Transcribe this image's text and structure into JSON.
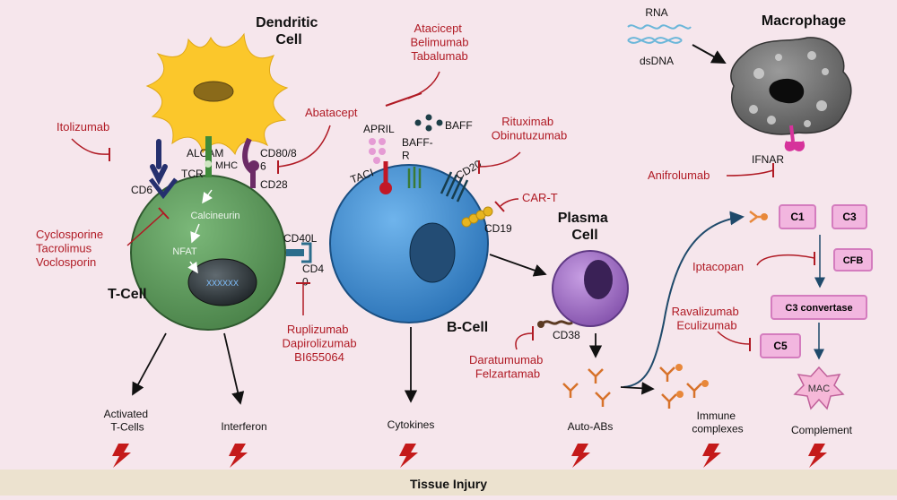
{
  "cells": {
    "dendritic": "Dendritic\nCell",
    "tcell": "T-Cell",
    "bcell": "B-Cell",
    "plasma": "Plasma\nCell",
    "macrophage": "Macrophage"
  },
  "molecules": {
    "alcam": "ALCAM",
    "cd6": "CD6",
    "tcr": "TCR",
    "mhc": "MHC",
    "cd80": "CD80/8\n6",
    "cd28": "CD28",
    "calcineurin": "Calcineurin",
    "nfat": "NFAT",
    "cd40l": "CD40L",
    "cd40": "CD4\n0",
    "april": "APRIL",
    "baff": "BAFF",
    "baffr": "BAFF-\nR",
    "taci": "TACI",
    "cd20": "CD20",
    "cd19": "CD19",
    "cd38": "CD38",
    "rna": "RNA",
    "dsdna": "dsDNA",
    "ifnar": "IFNAR"
  },
  "drugs": {
    "itolizumab": "Itolizumab",
    "abatacept": "Abatacept",
    "calcineurin_inhibitors": "Cyclosporine\nTacrolimus\nVoclosporin",
    "baff_inhibitors": "Atacicept\nBelimumab\nTabalumab",
    "anti_cd20": "Rituximab\nObinutuzumab",
    "cart": "CAR-T",
    "anti_cd40": "Ruplizumab\nDapirolizumab\nBI655064",
    "anti_cd38": "Daratumumab\nFelzartamab",
    "anifrolumab": "Anifrolumab",
    "iptacopan": "Iptacopan",
    "anti_c5": "Ravalizumab\nEculizumab"
  },
  "complement": {
    "c1": "C1",
    "c3": "C3",
    "cfb": "CFB",
    "convertase": "C3 convertase",
    "c5": "C5",
    "mac": "MAC"
  },
  "outputs": {
    "activated": "Activated\nT-Cells",
    "interferon": "Interferon",
    "cytokines": "Cytokines",
    "autoabs": "Auto-ABs",
    "immune": "Immune\ncomplexes",
    "complement": "Complement"
  },
  "footer": "Tissue Injury",
  "colors": {
    "background": "#f6e6ec",
    "inhibitor": "#b01a24",
    "tcell": "#5d9a5c",
    "bcell": "#3d8fd6",
    "plasma": "#a877cc",
    "dendritic": "#fbc72b",
    "footer": "#ece2cf"
  }
}
